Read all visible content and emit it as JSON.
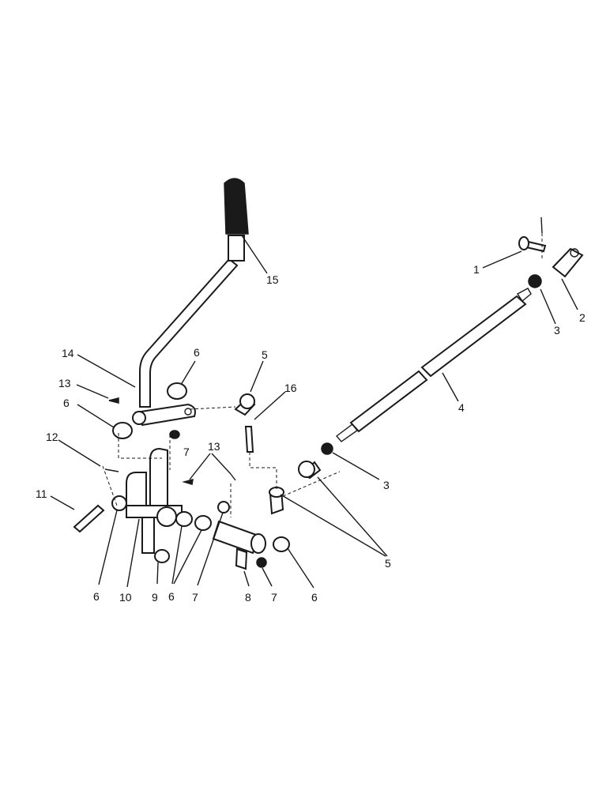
{
  "diagram": {
    "callouts": [
      {
        "id": "c1",
        "text": "1"
      },
      {
        "id": "c2",
        "text": "2"
      },
      {
        "id": "c3a",
        "text": "3"
      },
      {
        "id": "c4",
        "text": "4"
      },
      {
        "id": "c5a",
        "text": "5"
      },
      {
        "id": "c16",
        "text": "16"
      },
      {
        "id": "c3b",
        "text": "3"
      },
      {
        "id": "c5b",
        "text": "5"
      },
      {
        "id": "c15",
        "text": "15"
      },
      {
        "id": "c14",
        "text": "14"
      },
      {
        "id": "c6a",
        "text": "6"
      },
      {
        "id": "c13a",
        "text": "13"
      },
      {
        "id": "c6b",
        "text": "6"
      },
      {
        "id": "c12",
        "text": "12"
      },
      {
        "id": "c7a",
        "text": "7"
      },
      {
        "id": "c13b",
        "text": "13"
      },
      {
        "id": "c11",
        "text": "11"
      },
      {
        "id": "c6c",
        "text": "6"
      },
      {
        "id": "c10",
        "text": "10"
      },
      {
        "id": "c9",
        "text": "9"
      },
      {
        "id": "c6d",
        "text": "6"
      },
      {
        "id": "c7b",
        "text": "7"
      },
      {
        "id": "c8",
        "text": "8"
      },
      {
        "id": "c7c",
        "text": "7"
      },
      {
        "id": "c6e",
        "text": "6"
      }
    ]
  }
}
